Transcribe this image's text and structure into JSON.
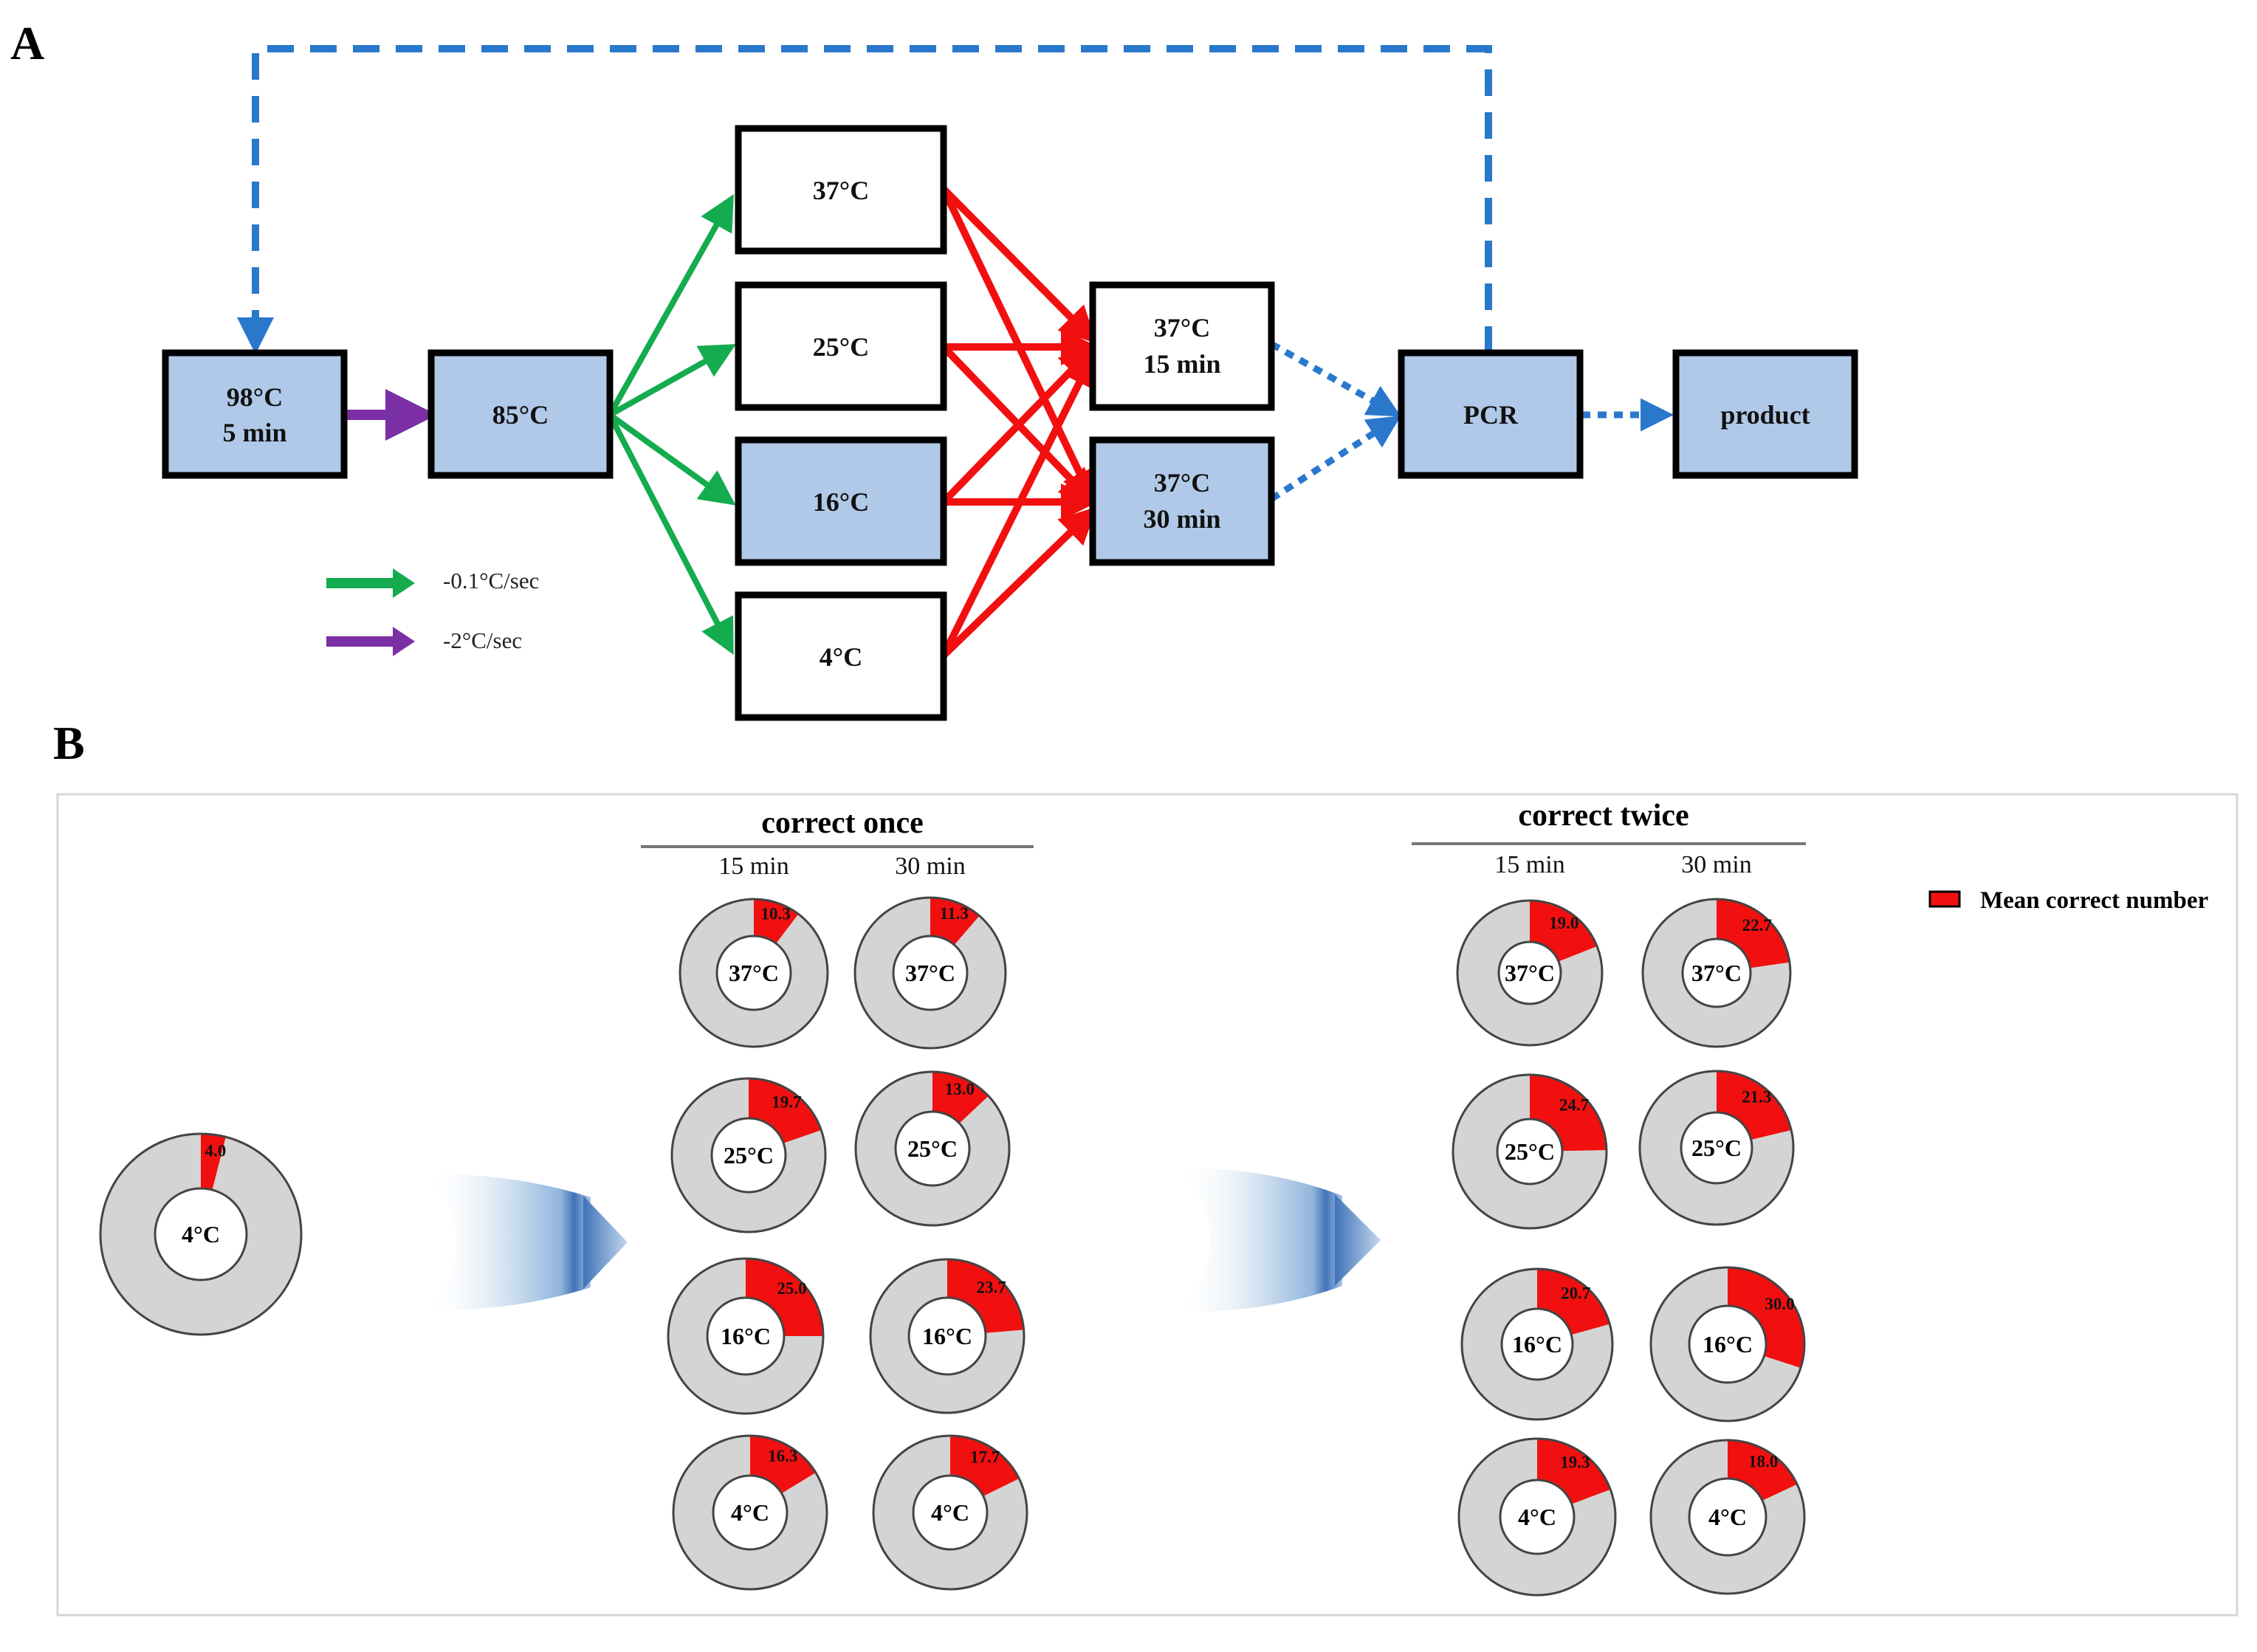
{
  "panel_a": {
    "letter": "A",
    "boxes": {
      "denature": {
        "line1": "98°C",
        "line2": "5 min"
      },
      "anneal_start": {
        "line1": "85°C"
      },
      "temp_37": {
        "line1": "37°C"
      },
      "temp_25": {
        "line1": "25°C"
      },
      "temp_16": {
        "line1": "16°C"
      },
      "temp_4": {
        "line1": "4°C"
      },
      "incubate_15": {
        "line1": "37°C",
        "line2": "15 min"
      },
      "incubate_30": {
        "line1": "37°C",
        "line2": "30 min"
      },
      "pcr": {
        "line1": "PCR"
      },
      "product": {
        "line1": "product"
      }
    },
    "legend": {
      "green_rate": "-0.1°C/sec",
      "purple_rate": "-2°C/sec"
    },
    "colors": {
      "box_fill_blue": "#b1c9e8",
      "green": "#14ac4e",
      "purple": "#7b2fa5",
      "red": "#f20f0f",
      "blue_dash": "#2a78cc"
    }
  },
  "panel_b": {
    "letter": "B",
    "group_once": {
      "title": "correct once",
      "col_15": "15 min",
      "col_30": "30 min"
    },
    "group_twice": {
      "title": "correct twice",
      "col_15": "15 min",
      "col_30": "30 min"
    },
    "legend_label": "Mean correct number",
    "colors": {
      "correct": "#f20f0f",
      "remainder": "#d4d4d4",
      "outline": "#444444"
    }
  },
  "chart_data": {
    "type": "pie",
    "series_name": "Mean correct number",
    "max_value": 100,
    "donuts": [
      {
        "id": "baseline",
        "group": "",
        "time": "",
        "temp": "4°C",
        "value": 4.0,
        "label": "4.0"
      },
      {
        "id": "once-15-37",
        "group": "correct once",
        "time": "15 min",
        "temp": "37°C",
        "value": 10.3,
        "label": "10.3"
      },
      {
        "id": "once-30-37",
        "group": "correct once",
        "time": "30 min",
        "temp": "37°C",
        "value": 11.3,
        "label": "11.3"
      },
      {
        "id": "once-15-25",
        "group": "correct once",
        "time": "15 min",
        "temp": "25°C",
        "value": 19.7,
        "label": "19.7"
      },
      {
        "id": "once-30-25",
        "group": "correct once",
        "time": "30 min",
        "temp": "25°C",
        "value": 13.0,
        "label": "13.0"
      },
      {
        "id": "once-15-16",
        "group": "correct once",
        "time": "15 min",
        "temp": "16°C",
        "value": 25.0,
        "label": "25.0"
      },
      {
        "id": "once-30-16",
        "group": "correct once",
        "time": "30 min",
        "temp": "16°C",
        "value": 23.7,
        "label": "23.7"
      },
      {
        "id": "once-15-4",
        "group": "correct once",
        "time": "15 min",
        "temp": "4°C",
        "value": 16.3,
        "label": "16.3"
      },
      {
        "id": "once-30-4",
        "group": "correct once",
        "time": "30 min",
        "temp": "4°C",
        "value": 17.7,
        "label": "17.7"
      },
      {
        "id": "twice-15-37",
        "group": "correct twice",
        "time": "15 min",
        "temp": "37°C",
        "value": 19.0,
        "label": "19.0"
      },
      {
        "id": "twice-30-37",
        "group": "correct twice",
        "time": "30 min",
        "temp": "37°C",
        "value": 22.7,
        "label": "22.7"
      },
      {
        "id": "twice-15-25",
        "group": "correct twice",
        "time": "15 min",
        "temp": "25°C",
        "value": 24.7,
        "label": "24.7"
      },
      {
        "id": "twice-30-25",
        "group": "correct twice",
        "time": "30 min",
        "temp": "25°C",
        "value": 21.3,
        "label": "21.3"
      },
      {
        "id": "twice-15-16",
        "group": "correct twice",
        "time": "15 min",
        "temp": "16°C",
        "value": 20.7,
        "label": "20.7"
      },
      {
        "id": "twice-30-16",
        "group": "correct twice",
        "time": "30 min",
        "temp": "16°C",
        "value": 30.0,
        "label": "30.0"
      },
      {
        "id": "twice-15-4",
        "group": "correct twice",
        "time": "15 min",
        "temp": "4°C",
        "value": 19.3,
        "label": "19.3"
      },
      {
        "id": "twice-30-4",
        "group": "correct twice",
        "time": "30 min",
        "temp": "4°C",
        "value": 18.0,
        "label": "18.0"
      }
    ]
  }
}
